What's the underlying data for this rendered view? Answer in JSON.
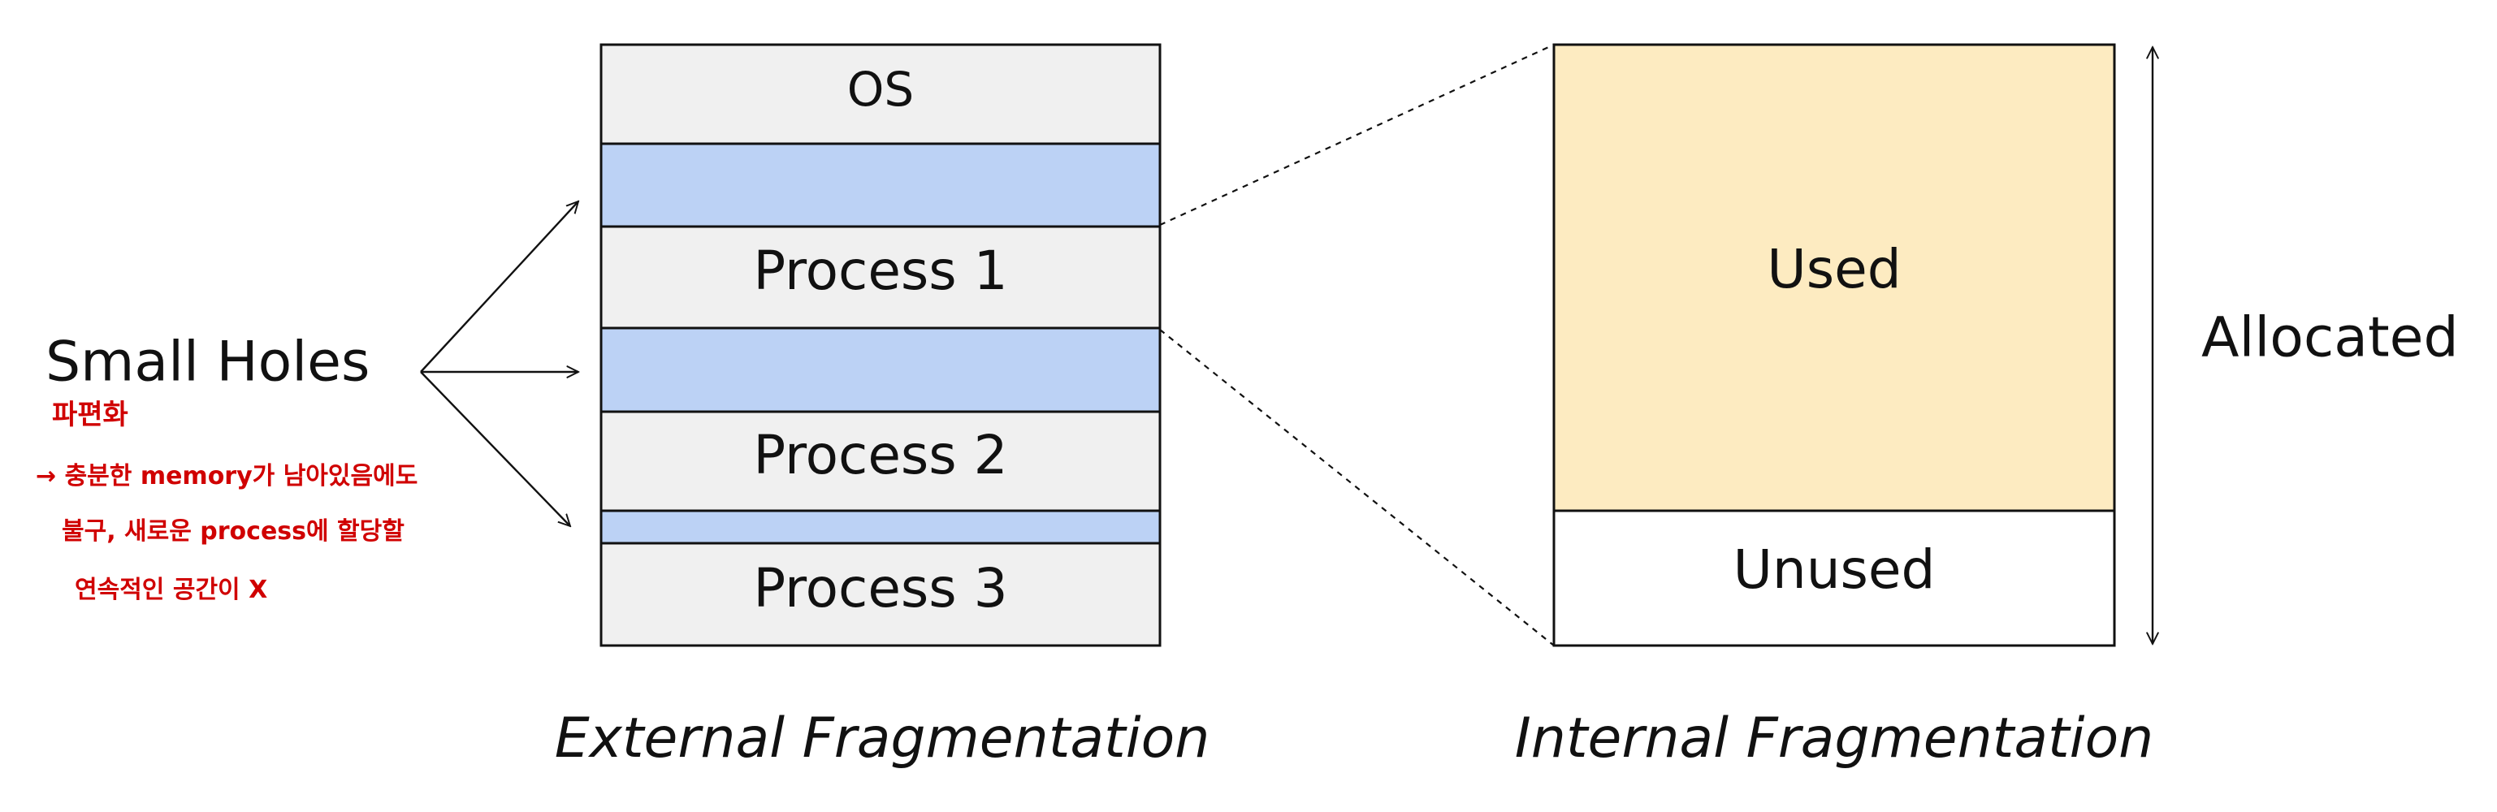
{
  "colors": {
    "block_fill": "#f0f0f0",
    "hole_fill": "#bcd2f5",
    "used_fill": "#fdebc1",
    "unused_fill": "#ffffff",
    "stroke": "#111111",
    "annotation": "#d00000"
  },
  "external": {
    "blocks": [
      {
        "label": "OS",
        "kind": "block"
      },
      {
        "label": "",
        "kind": "hole"
      },
      {
        "label": "Process 1",
        "kind": "block"
      },
      {
        "label": "",
        "kind": "hole"
      },
      {
        "label": "Process 2",
        "kind": "block"
      },
      {
        "label": "",
        "kind": "hole"
      },
      {
        "label": "Process 3",
        "kind": "block"
      }
    ],
    "caption": "External Fragmentation",
    "small_holes_label": "Small Holes"
  },
  "internal": {
    "used_label": "Used",
    "unused_label": "Unused",
    "allocated_label": "Allocated",
    "caption": "Internal Fragmentation"
  },
  "annotation": {
    "lines": [
      "파편화",
      "→ 충분한 memory가 남아있음에도",
      "불구, 새로운 process에 할당할",
      "연속적인 공간이 X"
    ]
  }
}
